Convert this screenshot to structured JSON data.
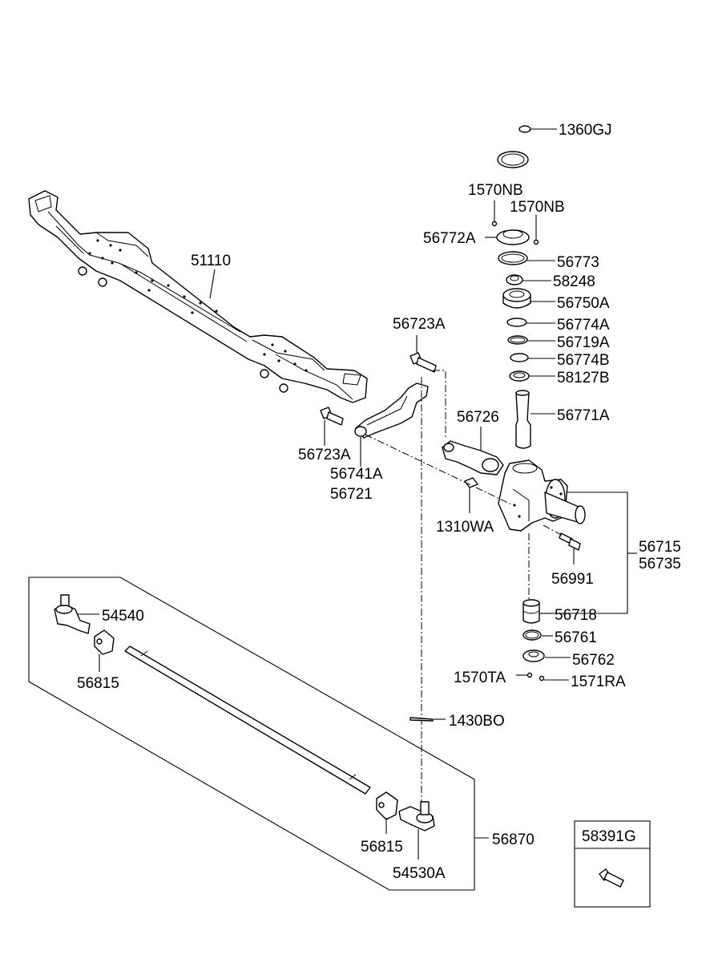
{
  "parts": {
    "p1360GJ": "1360GJ",
    "p1570NB_a": "1570NB",
    "p1570NB_b": "1570NB",
    "p56772A": "56772A",
    "p56773": "56773",
    "p58248": "58248",
    "p56750A": "56750A",
    "p56774A": "56774A",
    "p56719A": "56719A",
    "p56774B": "56774B",
    "p58127B": "58127B",
    "p56771A": "56771A",
    "p51110": "51110",
    "p56723A_top": "56723A",
    "p56726": "56726",
    "p56723A_left": "56723A",
    "p56741A": "56741A",
    "p56721": "56721",
    "p1310WA": "1310WA",
    "p56715": "56715",
    "p56735": "56735",
    "p56991": "56991",
    "p56718": "56718",
    "p56761": "56761",
    "p56762": "56762",
    "p1570TA": "1570TA",
    "p1571RA": "1571RA",
    "p54540": "54540",
    "p56815_left": "56815",
    "p1430BO": "1430BO",
    "p56815_right": "56815",
    "p56870": "56870",
    "p54530A": "54530A",
    "p58391G": "58391G"
  }
}
